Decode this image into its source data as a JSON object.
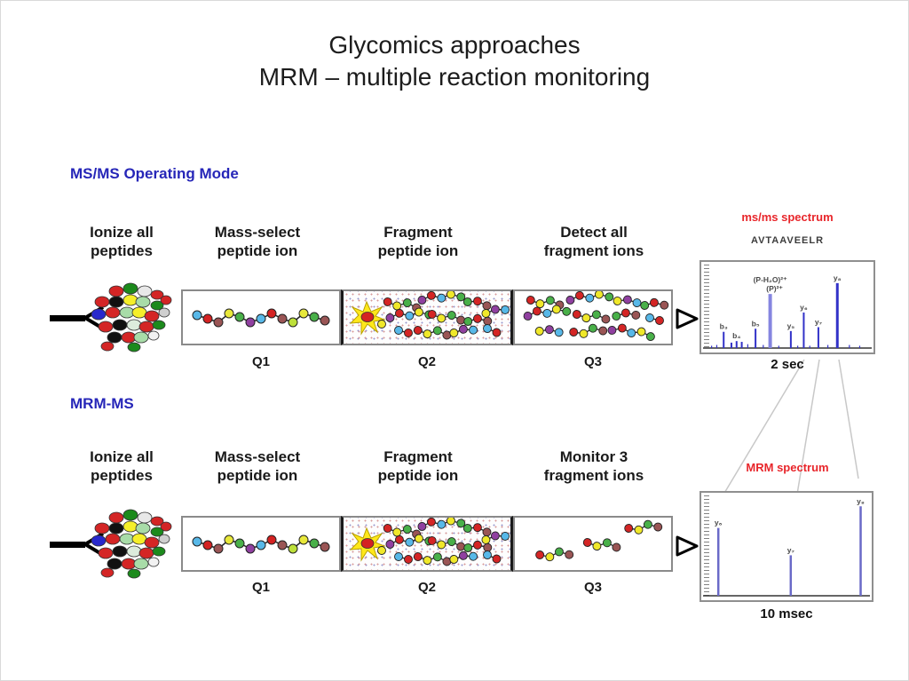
{
  "slide": {
    "title_line1": "Glycomics approaches",
    "title_line2": "MRM – multiple reaction monitoring"
  },
  "colors": {
    "heading_blue": "#2626b8",
    "accent_red": "#e8262b",
    "msms_peak_blue": "#3232c8",
    "precursor_peak_light_blue": "#8585e0",
    "mrm_peak_blue": "#6a6ac8"
  },
  "sections": [
    {
      "label": "MS/MS Operating Mode",
      "steps": [
        {
          "title_line1": "Ionize all",
          "title_line2": "peptides"
        },
        {
          "title_line1": "Mass-select",
          "title_line2": "peptide ion",
          "q": "Q1"
        },
        {
          "title_line1": "Fragment",
          "title_line2": "peptide ion",
          "q": "Q2"
        },
        {
          "title_line1": "Detect all",
          "title_line2": "fragment ions",
          "q": "Q3"
        }
      ]
    },
    {
      "label": "MRM-MS",
      "steps": [
        {
          "title_line1": "Ionize all",
          "title_line2": "peptides"
        },
        {
          "title_line1": "Mass-select",
          "title_line2": "peptide ion",
          "q": "Q1"
        },
        {
          "title_line1": "Fragment",
          "title_line2": "peptide ion",
          "q": "Q2"
        },
        {
          "title_line1": "Monitor 3",
          "title_line2": "fragment ions",
          "q": "Q3"
        }
      ]
    }
  ],
  "spectra": {
    "msms": {
      "title": "ms/ms spectrum",
      "peptide": "AVTAAVEELR",
      "time_label": "2 sec",
      "peak_color": "#3232c8",
      "peaks": [
        {
          "x": 0.13,
          "h": 0.21,
          "label": "b₃"
        },
        {
          "x": 0.175,
          "h": 0.07
        },
        {
          "x": 0.205,
          "h": 0.09,
          "label": "b₄"
        },
        {
          "x": 0.235,
          "h": 0.08
        },
        {
          "x": 0.315,
          "h": 0.25,
          "label": "b₅"
        },
        {
          "x": 0.4,
          "h": 0.7,
          "label": "(P-H₂O)²⁺",
          "label2": "(P)²⁺",
          "w": 4,
          "color": "#8585e0"
        },
        {
          "x": 0.52,
          "h": 0.22,
          "label": "y₅"
        },
        {
          "x": 0.595,
          "h": 0.46,
          "label": "y₆"
        },
        {
          "x": 0.68,
          "h": 0.27,
          "label": "y₇"
        },
        {
          "x": 0.79,
          "h": 0.84,
          "label": "y₈",
          "w": 3
        }
      ],
      "noise": [
        [
          0.06,
          0.03
        ],
        [
          0.09,
          0.04
        ],
        [
          0.27,
          0.05
        ],
        [
          0.36,
          0.04
        ],
        [
          0.45,
          0.03
        ],
        [
          0.56,
          0.03
        ],
        [
          0.63,
          0.03
        ],
        [
          0.735,
          0.04
        ],
        [
          0.86,
          0.04
        ],
        [
          0.92,
          0.03
        ]
      ]
    },
    "mrm": {
      "title": "MRM spectrum",
      "time_label": "10 msec",
      "peak_color": "#6a6ac8",
      "peaks": [
        {
          "x": 0.1,
          "h": 0.72,
          "label": "y₆",
          "w": 2.5
        },
        {
          "x": 0.525,
          "h": 0.43,
          "label": "y₇",
          "w": 2.5
        },
        {
          "x": 0.935,
          "h": 0.95,
          "label": "y₈",
          "w": 2.5
        }
      ],
      "noise": []
    }
  }
}
